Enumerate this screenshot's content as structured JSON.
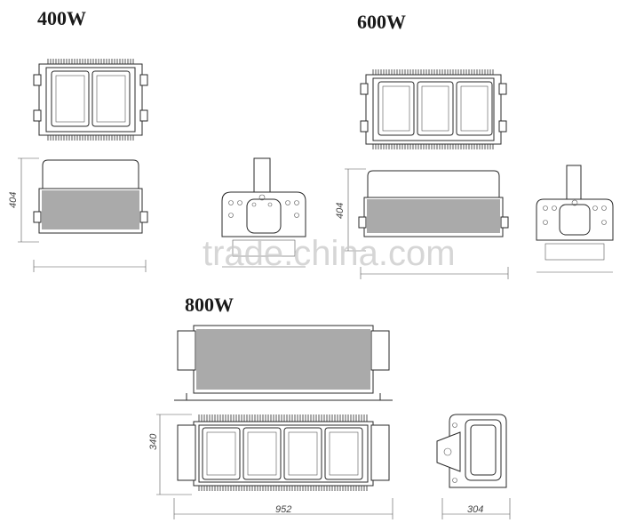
{
  "titles": {
    "w400": "400W",
    "w600": "600W",
    "w800": "800W"
  },
  "dimensions": {
    "h400": "404",
    "h600": "404",
    "h800": "340",
    "w800": "952",
    "d800": "304"
  },
  "watermark": "trade.china.com",
  "colors": {
    "line": "#2a2a2a",
    "watermark": "#c9c9c9"
  }
}
